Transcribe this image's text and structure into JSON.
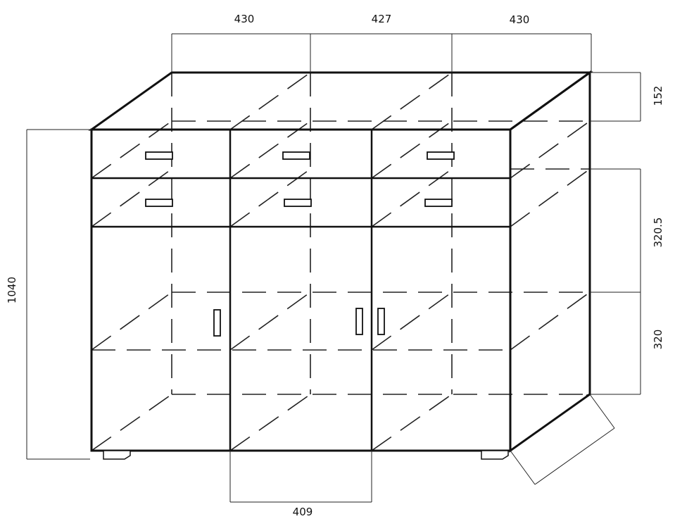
{
  "colors": {
    "line": "#111111",
    "background": "#ffffff"
  },
  "dimensions": {
    "top_widths": [
      "430",
      "427",
      "430"
    ],
    "height_total": "1040",
    "depth": "152",
    "drawer_section": "320.5",
    "lower_shelf": "320",
    "door_width": "409"
  }
}
